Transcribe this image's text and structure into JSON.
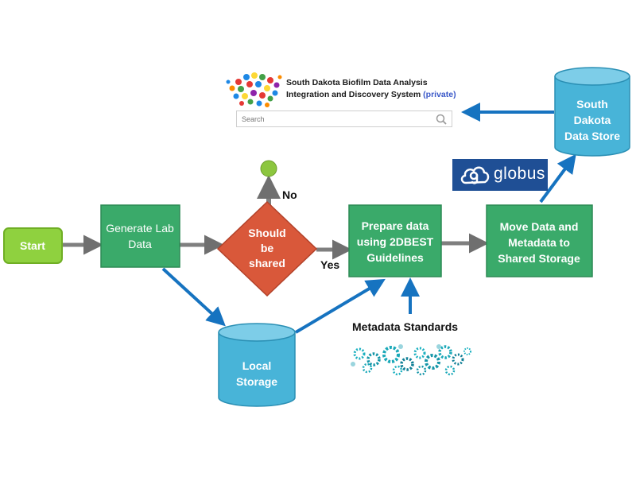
{
  "portal": {
    "title_line1": "South Dakota Biofilm Data Analysis",
    "title_line2": "Integration and Discovery System",
    "private_tag": "(private)",
    "search_placeholder": "Search"
  },
  "nodes": {
    "start": "Start",
    "generate": [
      "Generate Lab",
      "Data"
    ],
    "decision": [
      "Should",
      "be",
      "shared"
    ],
    "prepare": [
      "Prepare data",
      "using 2DBEST",
      "Guidelines"
    ],
    "move": [
      "Move Data and",
      "Metadata to",
      "Shared Storage"
    ],
    "local_storage": [
      "Local",
      "Storage"
    ],
    "sd_store": [
      "South",
      "Dakota",
      "Data Store"
    ]
  },
  "labels": {
    "no": "No",
    "yes": "Yes",
    "metadata_standards": "Metadata Standards",
    "globus": "globus"
  },
  "colors": {
    "start_fill": "#8fd13f",
    "process_fill": "#3aaa6a",
    "decision_fill": "#d9583a",
    "cylinder_fill": "#48b4d8",
    "arrow_blue": "#1673c0",
    "arrow_gray": "#7f7f7f",
    "end_dot": "#8cc63f",
    "globus_bg": "#1f4f95",
    "gear_teal": "#19a8b8"
  }
}
